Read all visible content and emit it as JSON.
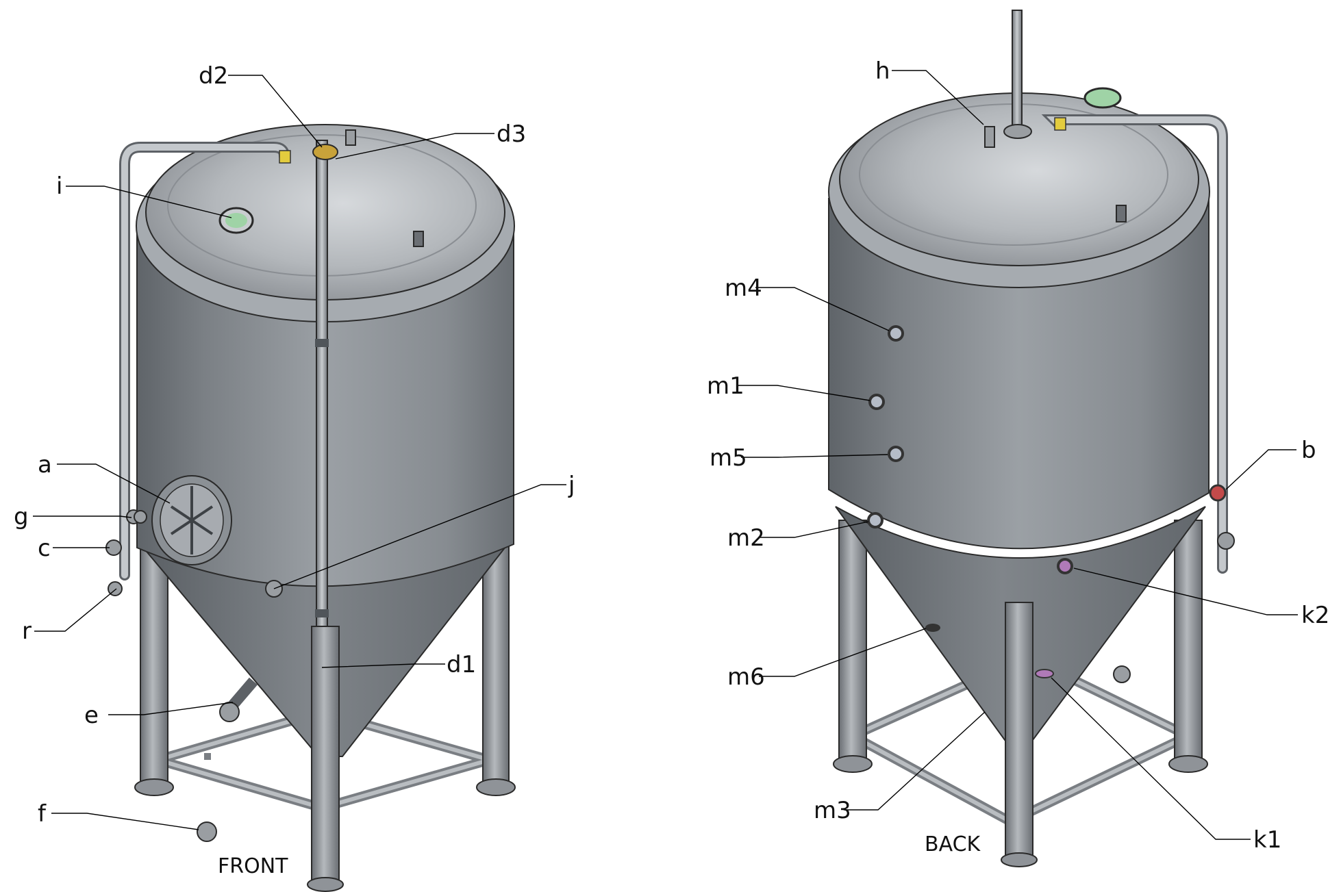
{
  "views": {
    "front_title": "FRONT",
    "back_title": "BACK"
  },
  "front_labels": {
    "d2": "d2",
    "d3": "d3",
    "i": "i",
    "a": "a",
    "g": "g",
    "c": "c",
    "r": "r",
    "j": "j",
    "d1": "d1",
    "e": "e",
    "f": "f"
  },
  "back_labels": {
    "h": "h",
    "m4": "m4",
    "m1": "m1",
    "m5": "m5",
    "m2": "m2",
    "b": "b",
    "k2": "k2",
    "m6": "m6",
    "m3": "m3",
    "k1": "k1"
  },
  "colors": {
    "tank_body": "#8e9398",
    "tank_light": "#c4c8cc",
    "tank_dark": "#5e6368",
    "dome": "#b3b8bd",
    "fitting_yellow": "#d8c23a",
    "fitting_green": "#7fc48a",
    "fitting_red": "#c24a4a",
    "fitting_purple": "#b07ab8",
    "leader": "#000000"
  }
}
